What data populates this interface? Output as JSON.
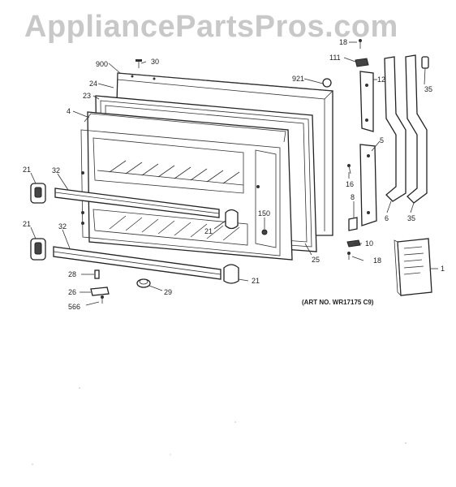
{
  "watermark": "AppliancePartsPros.com",
  "art_number": "(ART NO. WR17175 C9)",
  "callouts": [
    "900",
    "30",
    "24",
    "23",
    "4",
    "921",
    "18",
    "111",
    "12",
    "35",
    "5",
    "16",
    "8",
    "6",
    "35",
    "21",
    "32",
    "150",
    "21",
    "21",
    "32",
    "25",
    "10",
    "18",
    "1",
    "28",
    "26",
    "29",
    "21",
    "566"
  ],
  "manual_lines": [
    "————",
    "———",
    "——————",
    "————",
    "———"
  ]
}
